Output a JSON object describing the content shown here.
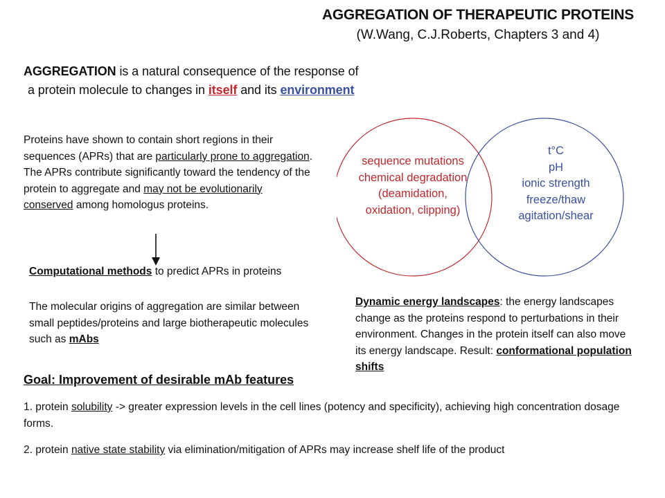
{
  "header": {
    "title": "AGGREGATION OF THERAPEUTIC PROTEINS",
    "subtitle": "(W.Wang, C.J.Roberts, Chapters 3 and 4)"
  },
  "intro": {
    "term": "AGGREGATION",
    "text1": " is a natural consequence of the response of",
    "text2": "a protein molecule to changes in ",
    "itself": "itself",
    "text3": " and its ",
    "environment": "environment"
  },
  "apr_paragraph": {
    "p1": "Proteins have shown to contain short regions in their sequences (APRs) that are ",
    "u1": "particularly prone to aggregation",
    "p2": ". The APRs contribute significantly toward the tendency of the protein to aggregate and ",
    "u2": "may not be evolutionarily conserved",
    "p3": " among homologus proteins."
  },
  "computational": {
    "bold": "Computational methods",
    "rest": " to predict APRs in proteins"
  },
  "origins": {
    "text": "The molecular origins of aggregation are similar between small peptides/proteins and large biotherapeutic molecules such as ",
    "mabs": "mAbs"
  },
  "venn": {
    "left_items": [
      "sequence mutations",
      "chemical degradation",
      "(deamidation,",
      "oxidation, clipping)"
    ],
    "right_items": [
      "t°C",
      "pH",
      "ionic strength",
      "freeze/thaw",
      "agitation/shear"
    ],
    "colors": {
      "left": "#c0282d",
      "right": "#3a4fa0"
    }
  },
  "dynamic": {
    "bold": "Dynamic energy landscapes",
    "text": ": the energy landscapes change as the proteins respond to perturbations in their environment. Changes in the protein itself can also move its energy landscape. Result: ",
    "result": "conformational population shifts"
  },
  "goal": {
    "heading": "Goal: Improvement of desirable mAb features",
    "item1_prefix": "1. protein ",
    "item1_u": "solubility",
    "item1_rest": " -> greater expression levels in the cell lines (potency and specificity), achieving high concentration dosage forms.",
    "item2_prefix": "2. protein ",
    "item2_u": "native state stability",
    "item2_rest": " via elimination/mitigation of APRs may increase shelf life of the product"
  }
}
